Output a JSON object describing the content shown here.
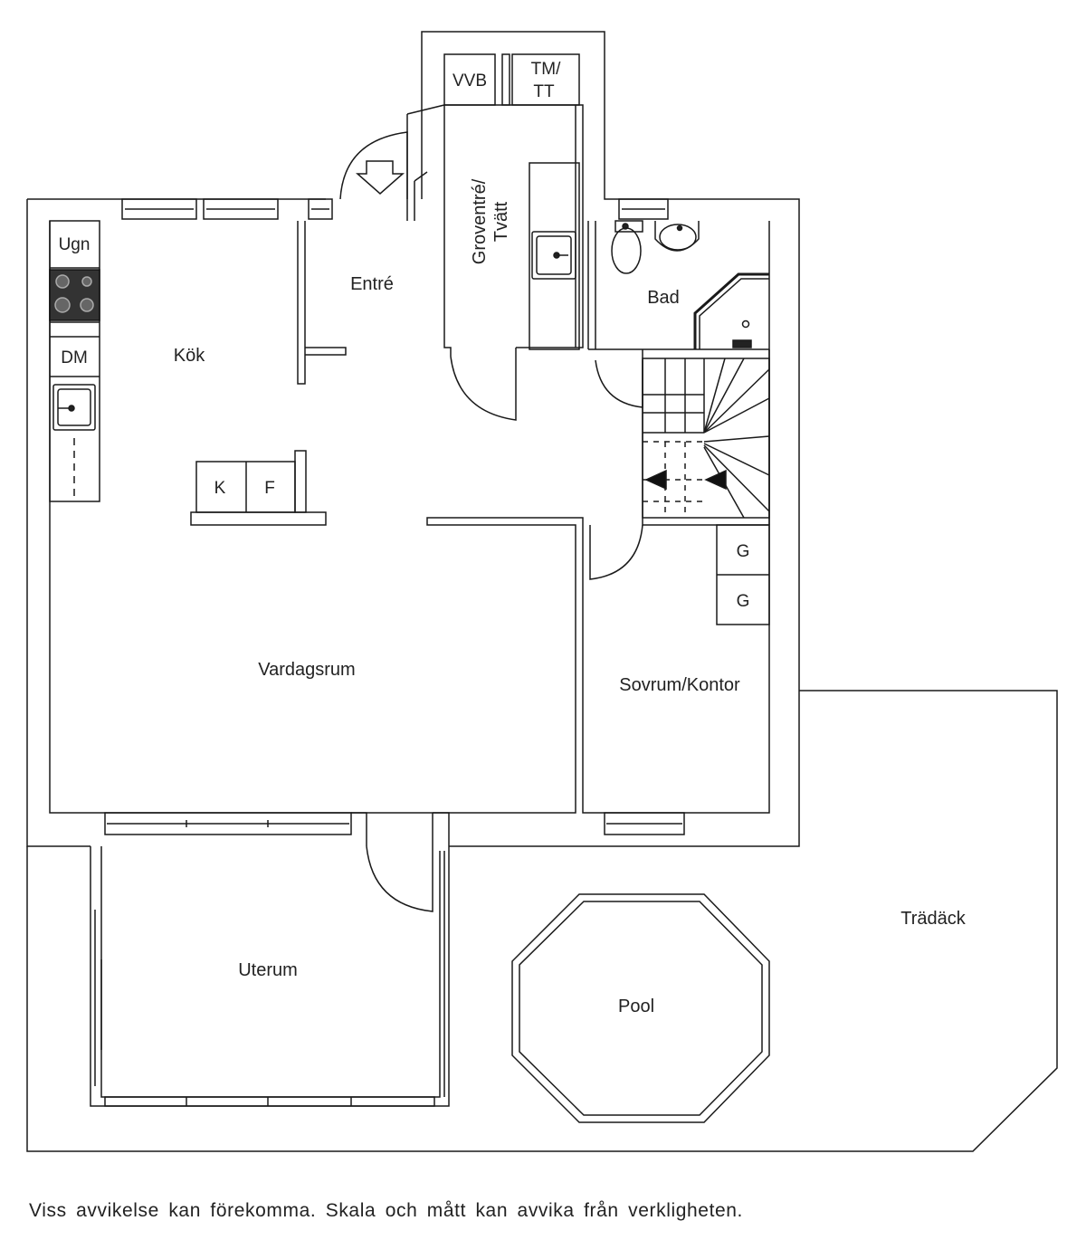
{
  "rooms": {
    "kok": "Kök",
    "entre": "Entré",
    "groventre": "Groventré/",
    "tvatt": "Tvätt",
    "bad": "Bad",
    "vardagsrum": "Vardagsrum",
    "sovrum": "Sovrum/Kontor",
    "uterum": "Uterum",
    "tradack": "Trädäck",
    "pool": "Pool"
  },
  "fixtures": {
    "ugn": "Ugn",
    "dm": "DM",
    "k": "K",
    "f": "F",
    "vvb": "VVB",
    "tm": "TM/",
    "tt": "TT",
    "g1": "G",
    "g2": "G"
  },
  "disclaimer": "Viss avvikelse kan förekomma. Skala och mått kan avvika från verkligheten."
}
